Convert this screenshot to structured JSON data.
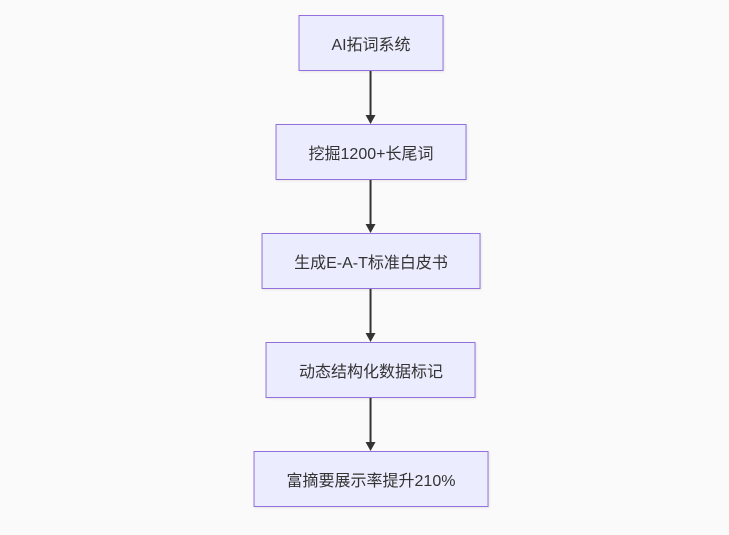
{
  "flowchart": {
    "direction": "top-down",
    "nodes": [
      {
        "id": "A",
        "label": "AI拓词系统"
      },
      {
        "id": "B",
        "label": "挖掘1200+长尾词"
      },
      {
        "id": "C",
        "label": "生成E-A-T标准白皮书"
      },
      {
        "id": "D",
        "label": "动态结构化数据标记"
      },
      {
        "id": "E",
        "label": "富摘要展示率提升210%"
      }
    ],
    "edges": [
      {
        "from": "A",
        "to": "B"
      },
      {
        "from": "B",
        "to": "C"
      },
      {
        "from": "C",
        "to": "D"
      },
      {
        "from": "D",
        "to": "E"
      }
    ],
    "style": {
      "node_fill": "#ECECFF",
      "node_border": "#9370DB",
      "text_color": "#333333",
      "arrow_color": "#333333",
      "background": "#fafafa"
    }
  }
}
